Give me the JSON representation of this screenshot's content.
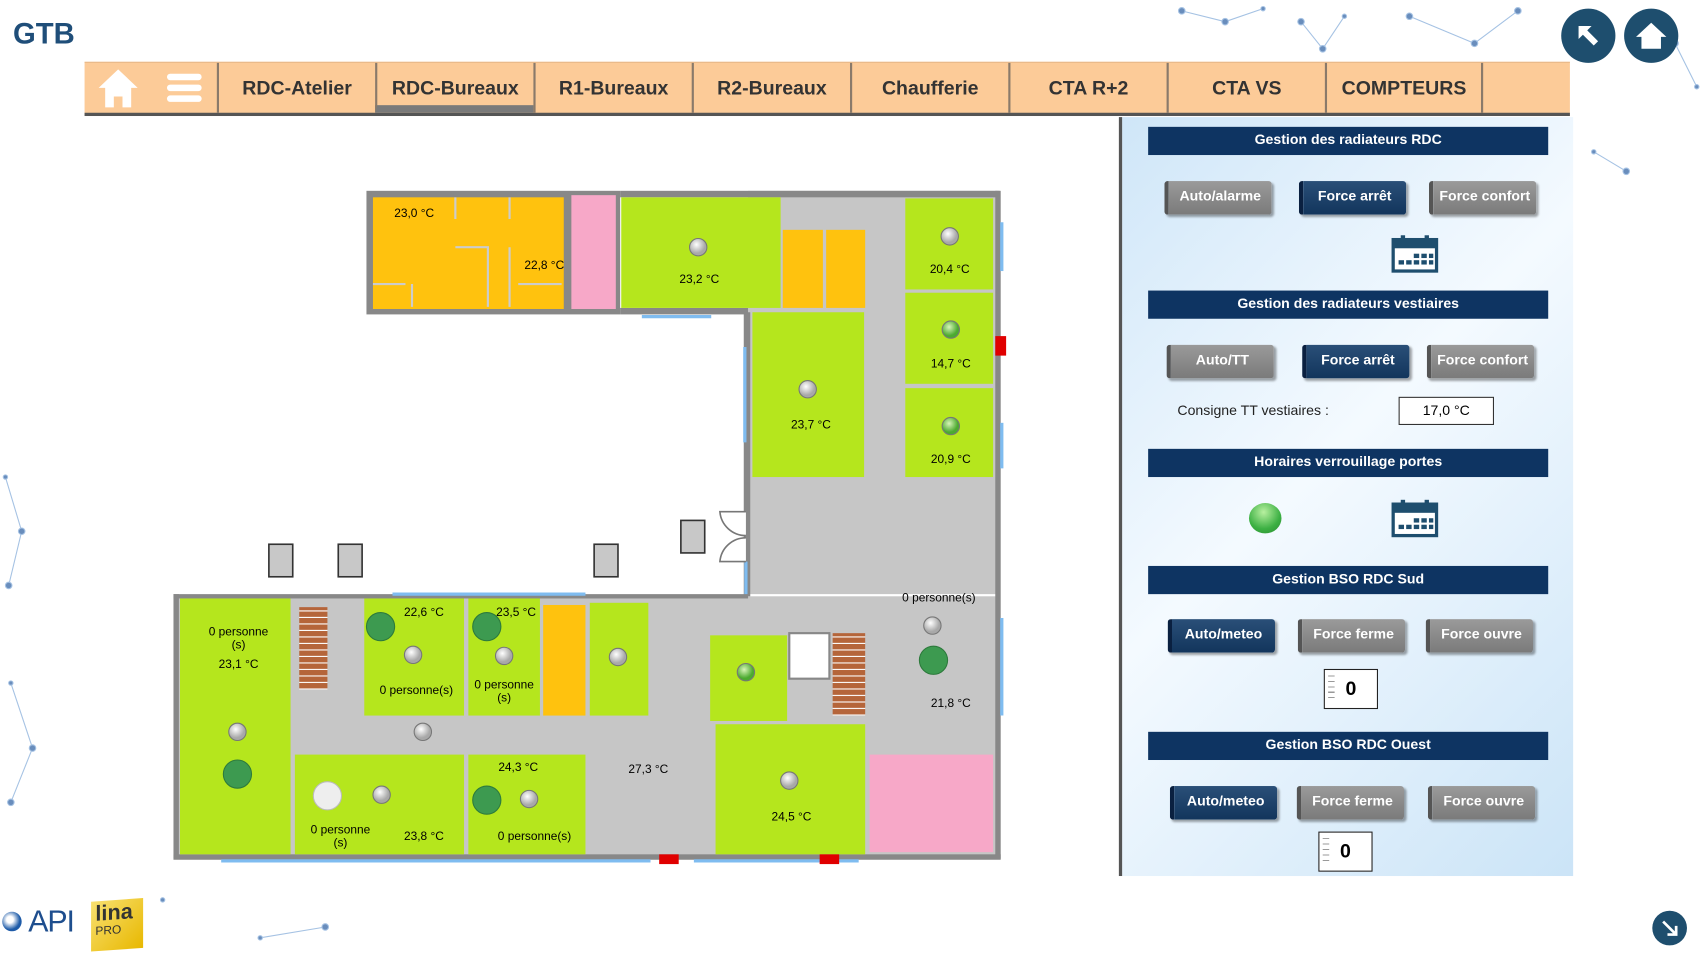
{
  "app": {
    "title": "GTB"
  },
  "nav": {
    "tabs": [
      {
        "label": "RDC-Atelier"
      },
      {
        "label": "RDC-Bureaux",
        "active": true
      },
      {
        "label": "R1-Bureaux"
      },
      {
        "label": "R2-Bureaux"
      },
      {
        "label": "Chaufferie"
      },
      {
        "label": "CTA R+2"
      },
      {
        "label": "CTA VS"
      },
      {
        "label": "COMPTEURS"
      }
    ]
  },
  "floorplan": {
    "rooms": {
      "atelier_a": "23,0 °C",
      "atelier_b": "22,8 °C",
      "office_top": "23,2 °C",
      "r1": "20,4 °C",
      "r2": "14,7 °C",
      "r3": "20,9 °C",
      "office_mid": "23,7 °C",
      "left_occ": "0 personne",
      "left_occ2": "(s)",
      "left_temp": "23,1 °C",
      "b1_temp": "22,6 °C",
      "b1_occ": "0 personne(s)",
      "b2_temp": "23,5 °C",
      "b2_occ": "0 personne",
      "b2_occ2": "(s)",
      "c1_occ": "0 personne",
      "c1_occ2": "(s)",
      "c1_temp": "23,8 °C",
      "c2_temp": "24,3 °C",
      "c2_occ": "0 personne(s)",
      "corridor_temp": "27,3 °C",
      "se_temp": "24,5 °C",
      "hall_occ": "0 personne(s)",
      "hall_temp": "21,8 °C"
    }
  },
  "panel": {
    "rdc": {
      "title": "Gestion des radiateurs RDC",
      "buttons": [
        "Auto/alarme",
        "Force arrêt",
        "Force confort"
      ],
      "active": "Force arrêt"
    },
    "vest": {
      "title": "Gestion des radiateurs vestiaires",
      "buttons": [
        "Auto/TT",
        "Force arrêt",
        "Force confort"
      ],
      "active": "Force arrêt",
      "consigne_label": "Consigne TT vestiaires :",
      "consigne_value": "17,0 °C"
    },
    "doors": {
      "title": "Horaires verrouillage portes",
      "status_color": "#3cb043"
    },
    "bso_sud": {
      "title": "Gestion BSO RDC Sud",
      "buttons": [
        "Auto/meteo",
        "Force ferme",
        "Force ouvre"
      ],
      "active": "Auto/meteo",
      "value": "0"
    },
    "bso_ouest": {
      "title": "Gestion BSO RDC Ouest",
      "buttons": [
        "Auto/meteo",
        "Force ferme",
        "Force ouvre"
      ],
      "active": "Auto/meteo",
      "value": "0"
    }
  },
  "logos": {
    "api": "API",
    "lina": "lina",
    "pro": "PRO"
  },
  "colors": {
    "nav": "#fccb98",
    "header": "#0e3462",
    "room_green": "#b5e61d",
    "room_yellow": "#ffc20e",
    "room_pink": "#f7a8c8",
    "alarm": "#e00000"
  }
}
